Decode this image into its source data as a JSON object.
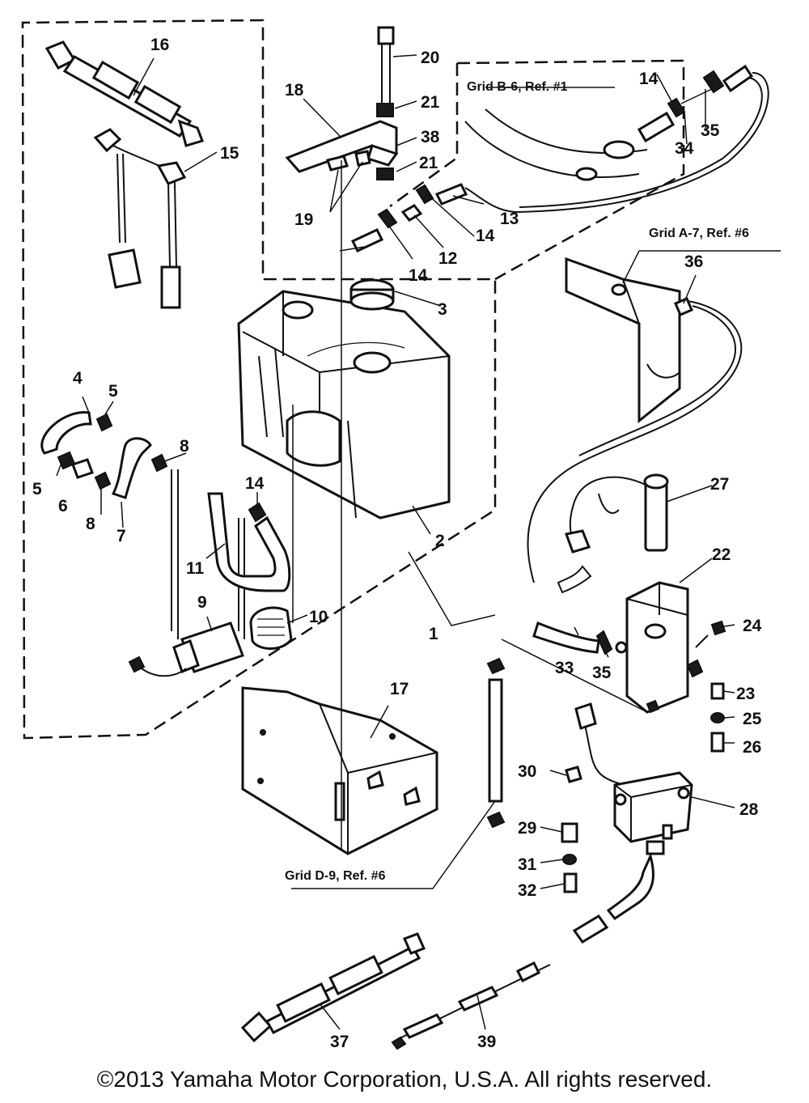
{
  "callouts": [
    "1",
    "2",
    "3",
    "4",
    "5",
    "5",
    "6",
    "7",
    "8",
    "8",
    "9",
    "10",
    "11",
    "12",
    "13",
    "14",
    "14",
    "14",
    "14",
    "15",
    "16",
    "17",
    "18",
    "19",
    "20",
    "21",
    "21",
    "22",
    "23",
    "24",
    "25",
    "26",
    "27",
    "28",
    "29",
    "30",
    "31",
    "32",
    "33",
    "34",
    "35",
    "35",
    "36",
    "37",
    "38",
    "39"
  ],
  "grid_refs": {
    "top": "Grid B-6, Ref. #1",
    "right": "Grid A-7, Ref. #6",
    "bottom": "Grid D-9, Ref. #6"
  },
  "copyright": "©2013 Yamaha Motor Corporation, U.S.A. All rights reserved."
}
